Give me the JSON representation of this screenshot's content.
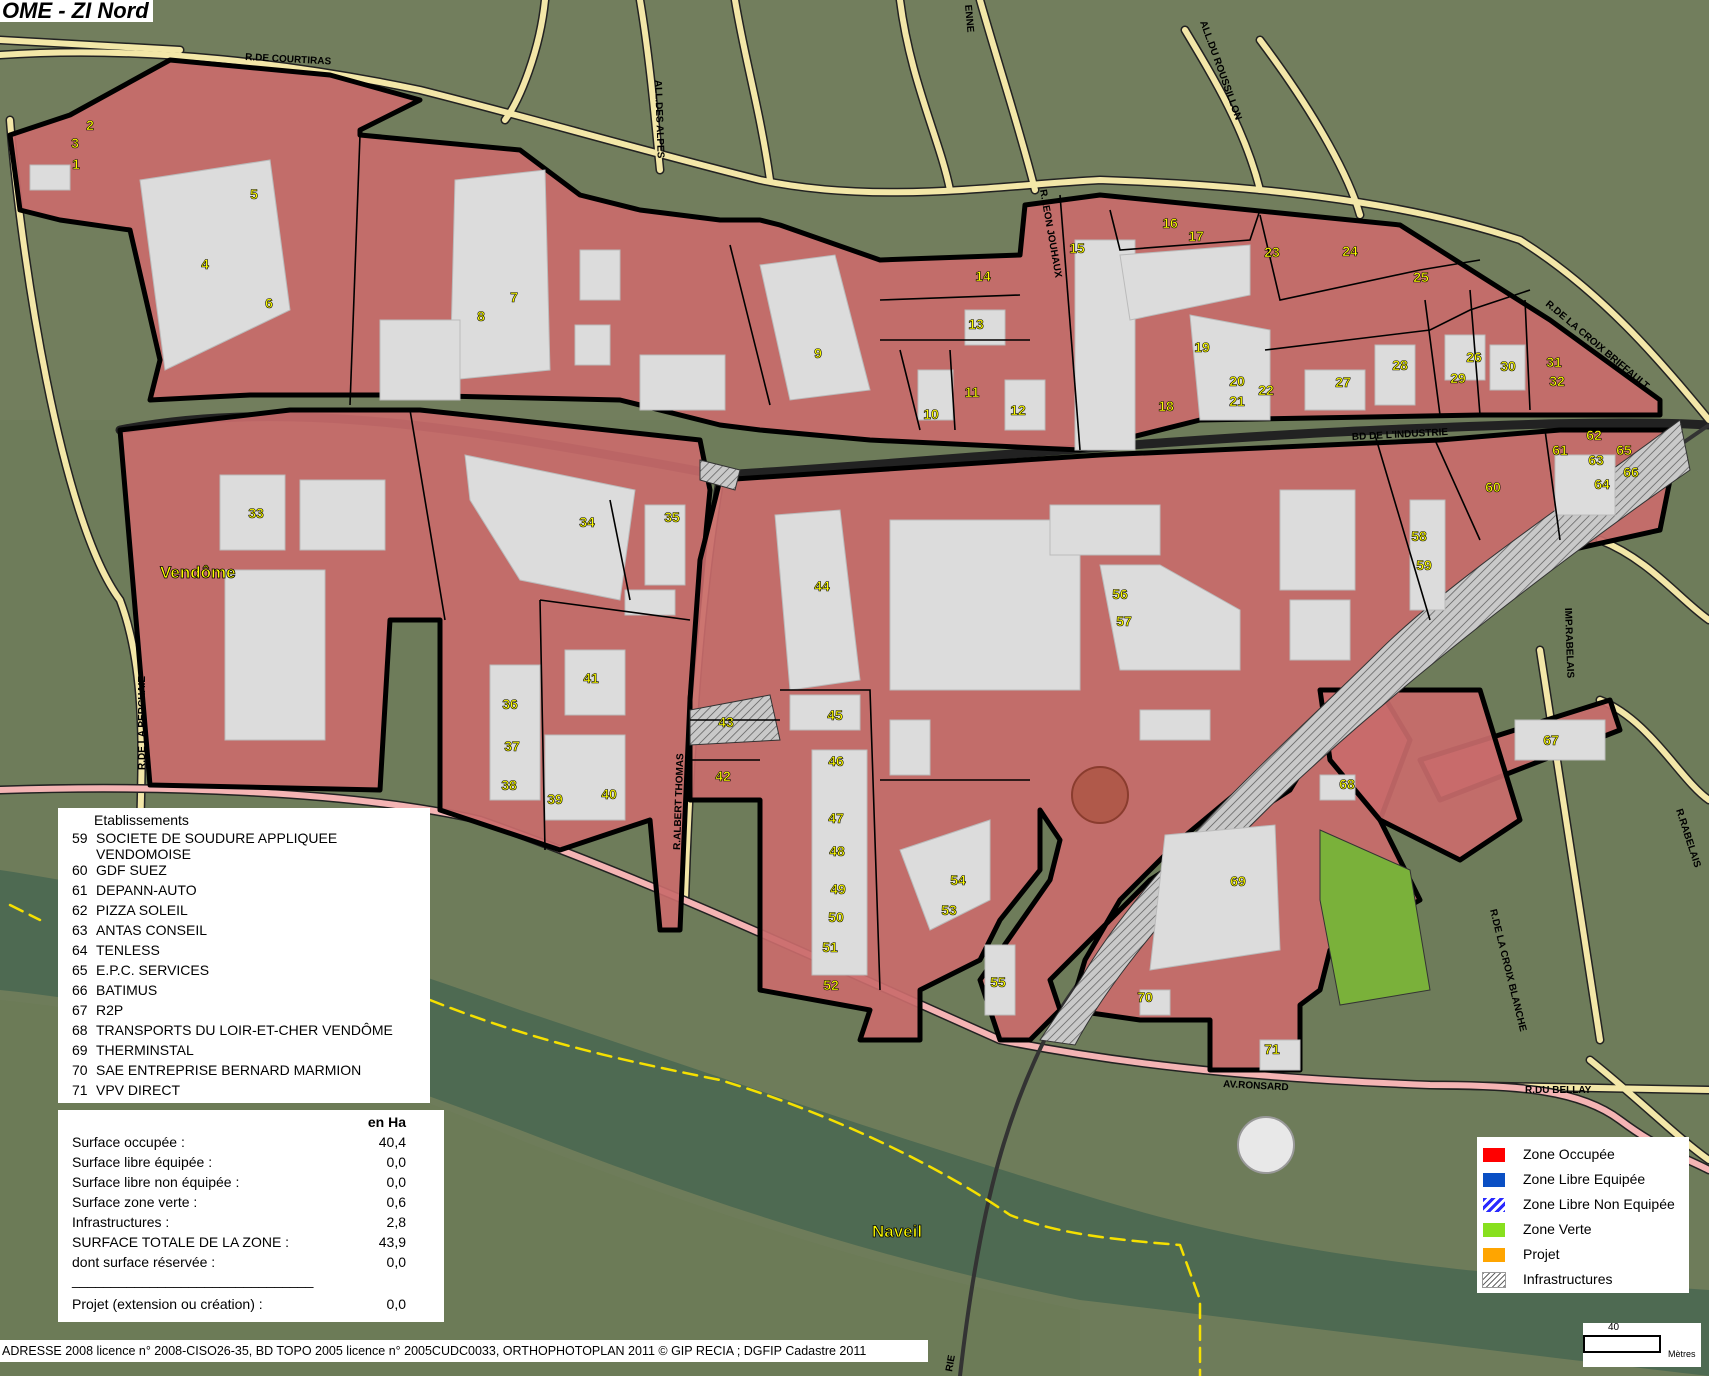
{
  "title": "OME - ZI Nord",
  "places": {
    "vendome": "Vendôme",
    "naveil": "Naveil"
  },
  "streets": [
    {
      "id": "courtiras",
      "text": "R.DE COURTIRAS"
    },
    {
      "id": "alpes",
      "text": "ALL.DES ALPES"
    },
    {
      "id": "roussillon",
      "text": "ALL.DU ROUSSILLON"
    },
    {
      "id": "leon",
      "text": "R.LEON JOUHAUX"
    },
    {
      "id": "enne",
      "text": "ENNE"
    },
    {
      "id": "croixbriffault",
      "text": "R.DE LA CROIX BRIFFAULT"
    },
    {
      "id": "industrie",
      "text": "BD DE L'INDUSTRIE"
    },
    {
      "id": "perchaie",
      "text": "R.DE LA PERCHAIE"
    },
    {
      "id": "albert",
      "text": "R.ALBERT THOMAS"
    },
    {
      "id": "rabelais1",
      "text": "IMP.RABELAIS"
    },
    {
      "id": "rabelais2",
      "text": "R.RABELAIS"
    },
    {
      "id": "croixblanche",
      "text": "R.DE LA CROIX BLANCHE"
    },
    {
      "id": "ronsard",
      "text": "AV.RONSARD"
    },
    {
      "id": "bellay",
      "text": "R.DU BELLAY"
    },
    {
      "id": "rie",
      "text": "RIE"
    }
  ],
  "parcels": [
    "1",
    "2",
    "3",
    "4",
    "5",
    "6",
    "7",
    "8",
    "9",
    "10",
    "11",
    "12",
    "13",
    "14",
    "15",
    "16",
    "17",
    "18",
    "19",
    "20",
    "21",
    "22",
    "23",
    "24",
    "25",
    "26",
    "27",
    "28",
    "29",
    "30",
    "31",
    "32",
    "33",
    "34",
    "35",
    "36",
    "37",
    "38",
    "39",
    "40",
    "41",
    "42",
    "43",
    "44",
    "45",
    "46",
    "47",
    "48",
    "49",
    "50",
    "51",
    "52",
    "53",
    "54",
    "55",
    "56",
    "57",
    "58",
    "59",
    "60",
    "61",
    "62",
    "63",
    "64",
    "65",
    "66",
    "67",
    "68",
    "69",
    "70",
    "71"
  ],
  "establishments": {
    "heading": "Etablissements",
    "items": [
      {
        "num": "59",
        "name": "SOCIETE DE SOUDURE APPLIQUEE VENDOMOISE"
      },
      {
        "num": "60",
        "name": "GDF SUEZ"
      },
      {
        "num": "61",
        "name": "DEPANN-AUTO"
      },
      {
        "num": "62",
        "name": "PIZZA SOLEIL"
      },
      {
        "num": "63",
        "name": "ANTAS CONSEIL"
      },
      {
        "num": "64",
        "name": "TENLESS"
      },
      {
        "num": "65",
        "name": "E.P.C. SERVICES"
      },
      {
        "num": "66",
        "name": "BATIMUS"
      },
      {
        "num": "67",
        "name": "R2P"
      },
      {
        "num": "68",
        "name": "TRANSPORTS DU LOIR-ET-CHER VENDÔME"
      },
      {
        "num": "69",
        "name": "THERMINSTAL"
      },
      {
        "num": "70",
        "name": "SAE ENTREPRISE BERNARD MARMION"
      },
      {
        "num": "71",
        "name": "VPV DIRECT"
      }
    ]
  },
  "surfaces": {
    "unit": "en Ha",
    "rows": [
      {
        "label": "Surface occupée :",
        "value": "40,4"
      },
      {
        "label": "Surface libre équipée :",
        "value": "0,0"
      },
      {
        "label": "Surface libre non équipée :",
        "value": "0,0"
      },
      {
        "label": "Surface zone verte :",
        "value": "0,6"
      },
      {
        "label": "Infrastructures :",
        "value": "2,8"
      },
      {
        "label": "SURFACE TOTALE DE LA ZONE :",
        "value": "43,9"
      },
      {
        "label": "dont surface réservée :",
        "value": "0,0"
      }
    ],
    "separator": "_______________________________",
    "projet": {
      "label": "Projet (extension ou création) :",
      "value": "0,0"
    }
  },
  "legend": [
    {
      "label": "Zone Occupée",
      "color": "#ff0000"
    },
    {
      "label": "Zone Libre Equipée",
      "color": "#0a4fc4"
    },
    {
      "label": "Zone Libre Non Equipée",
      "color": "#2a2aff"
    },
    {
      "label": "Zone Verte",
      "color": "#88e01e"
    },
    {
      "label": "Projet",
      "color": "#ffa500"
    },
    {
      "label": "Infrastructures",
      "color": "#999999"
    }
  ],
  "credit": "ADRESSE 2008 licence n° 2008-CISO26-35, BD TOPO 2005 licence n° 2005CUDC0033, ORTHOPHOTOPLAN 2011 © GIP RECIA ;  DGFIP Cadastre 2011",
  "scale": {
    "value": "40",
    "unit": "Mètres"
  },
  "colors": {
    "occupied": "#c96b6b",
    "building": "#dcdcdc",
    "road": "#f3e7a8",
    "rail": "#f4b4b4",
    "river": "#4e6a52",
    "green": "#7ab13a"
  }
}
